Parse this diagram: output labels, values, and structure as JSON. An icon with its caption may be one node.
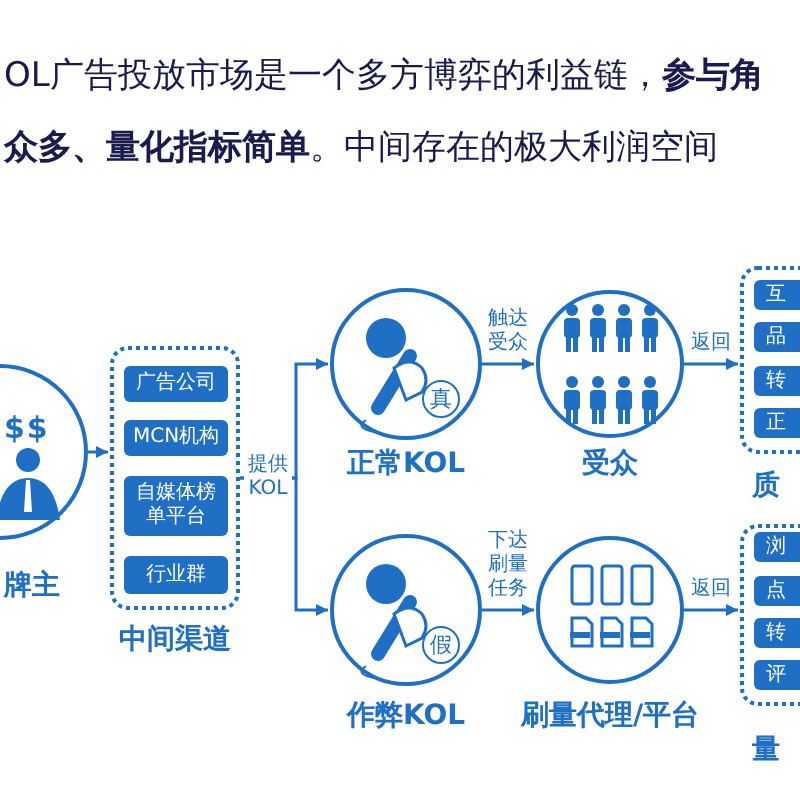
{
  "diagram": {
    "title": "OL广告投放市场是一个多方博弈的利益链，**参与角众多、量化指标简单**。中间存在的极大利润空间",
    "nodes": [
      {
        "text": [
          "$$",
          "牌主"
        ]
      },
      {
        "text": [
          "中间渠道"
        ]
      },
      {
        "text": [
          "广告公司"
        ],
        "in": 1
      },
      {
        "text": [
          "MCN机构"
        ],
        "in": 1
      },
      {
        "text": [
          "自媒体榜单平台"
        ],
        "in": 1
      },
      {
        "text": [
          "行业群"
        ],
        "in": 1
      },
      {
        "text": [
          "真",
          "正常KOL"
        ]
      },
      {
        "text": [
          "受众"
        ]
      },
      {
        "text": [
          "质"
        ]
      },
      {
        "text": [
          "互"
        ],
        "in": 8
      },
      {
        "text": [
          "品"
        ],
        "in": 8
      },
      {
        "text": [
          "转"
        ],
        "in": 8
      },
      {
        "text": [
          "正"
        ],
        "in": 8
      },
      {
        "text": [
          "假",
          "作弊KOL"
        ]
      },
      {
        "text": [
          "刷量代理/平台"
        ]
      },
      {
        "text": [
          "量"
        ]
      },
      {
        "text": [
          "浏"
        ],
        "in": 15
      },
      {
        "text": [
          "点"
        ],
        "in": 15
      },
      {
        "text": [
          "转"
        ],
        "in": 15
      },
      {
        "text": [
          "评"
        ],
        "in": 15
      }
    ],
    "edges": [
      {
        "from": 0,
        "to": 1,
        "arrow": "to"
      },
      {
        "from": 1,
        "to": 6,
        "arrow": "to",
        "label": "提供 KOL"
      },
      {
        "from": 1,
        "to": 13,
        "arrow": "to"
      },
      {
        "from": 6,
        "to": 7,
        "arrow": "to",
        "label": "触达受众"
      },
      {
        "from": 7,
        "to": 8,
        "arrow": "to",
        "label": "返回"
      },
      {
        "from": 13,
        "to": 14,
        "arrow": "to",
        "label": "下达刷量任务"
      },
      {
        "from": 14,
        "to": 15,
        "arrow": "to",
        "label": "返回"
      }
    ]
  }
}
